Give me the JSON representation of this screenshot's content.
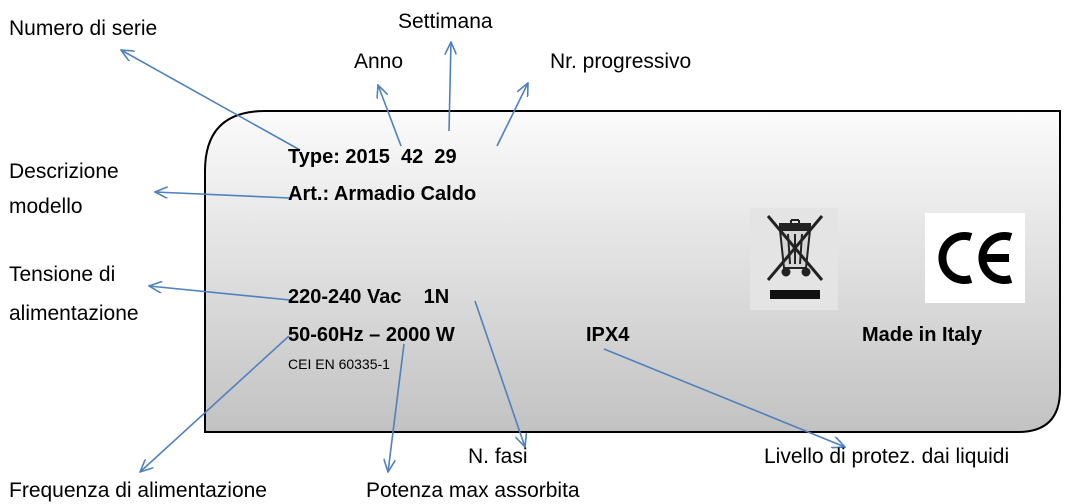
{
  "labels": {
    "numero_di_serie": "Numero di serie",
    "settimana": "Settimana",
    "anno": "Anno",
    "nr_progressivo": "Nr. progressivo",
    "descrizione_line1": "Descrizione",
    "descrizione_line2": "modello",
    "tensione_line1": "Tensione di",
    "tensione_line2": "alimentazione",
    "n_fasi": "N. fasi",
    "livello_protezione": "Livello di protez. dai liquidi",
    "frequenza": "Frequenza di alimentazione",
    "potenza": "Potenza max assorbita"
  },
  "plate": {
    "type_line": "Type: 2015  42  29",
    "art_line": "Art.: Armadio Caldo",
    "voltage_line": "220-240 Vac    1N",
    "frequency_power_line": "50-60Hz – 2000 W",
    "ip_rating": "IPX4",
    "made_in": "Made in Italy",
    "standard": "CEI EN 60335-1"
  },
  "colors": {
    "arrow": "#4f81bd",
    "plate_border": "#000000",
    "plate_gradient_light": "#fbfbfb",
    "plate_gradient_dark": "#c4c4c4"
  },
  "icons": [
    "weee-bin-icon",
    "ce-mark-icon"
  ]
}
